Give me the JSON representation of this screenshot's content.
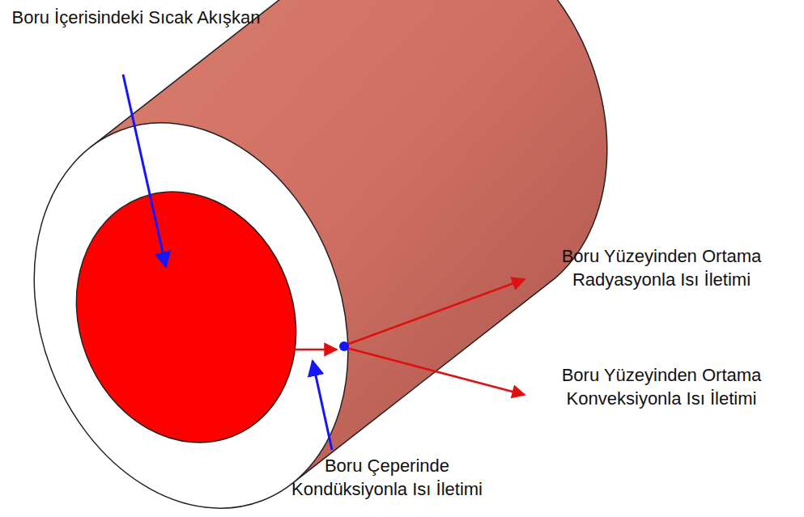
{
  "diagram": {
    "labels": [
      "Boru İçerisindeki Sıcak Akışkan",
      "Boru Yüzeyinden Ortama Radyasyonla Isı İletimi",
      "Boru Yüzeyinden Ortama Konveksiyonla Isı İletimi",
      "Boru Çeperinde Kondüksiyonla Isı İletimi"
    ]
  }
}
